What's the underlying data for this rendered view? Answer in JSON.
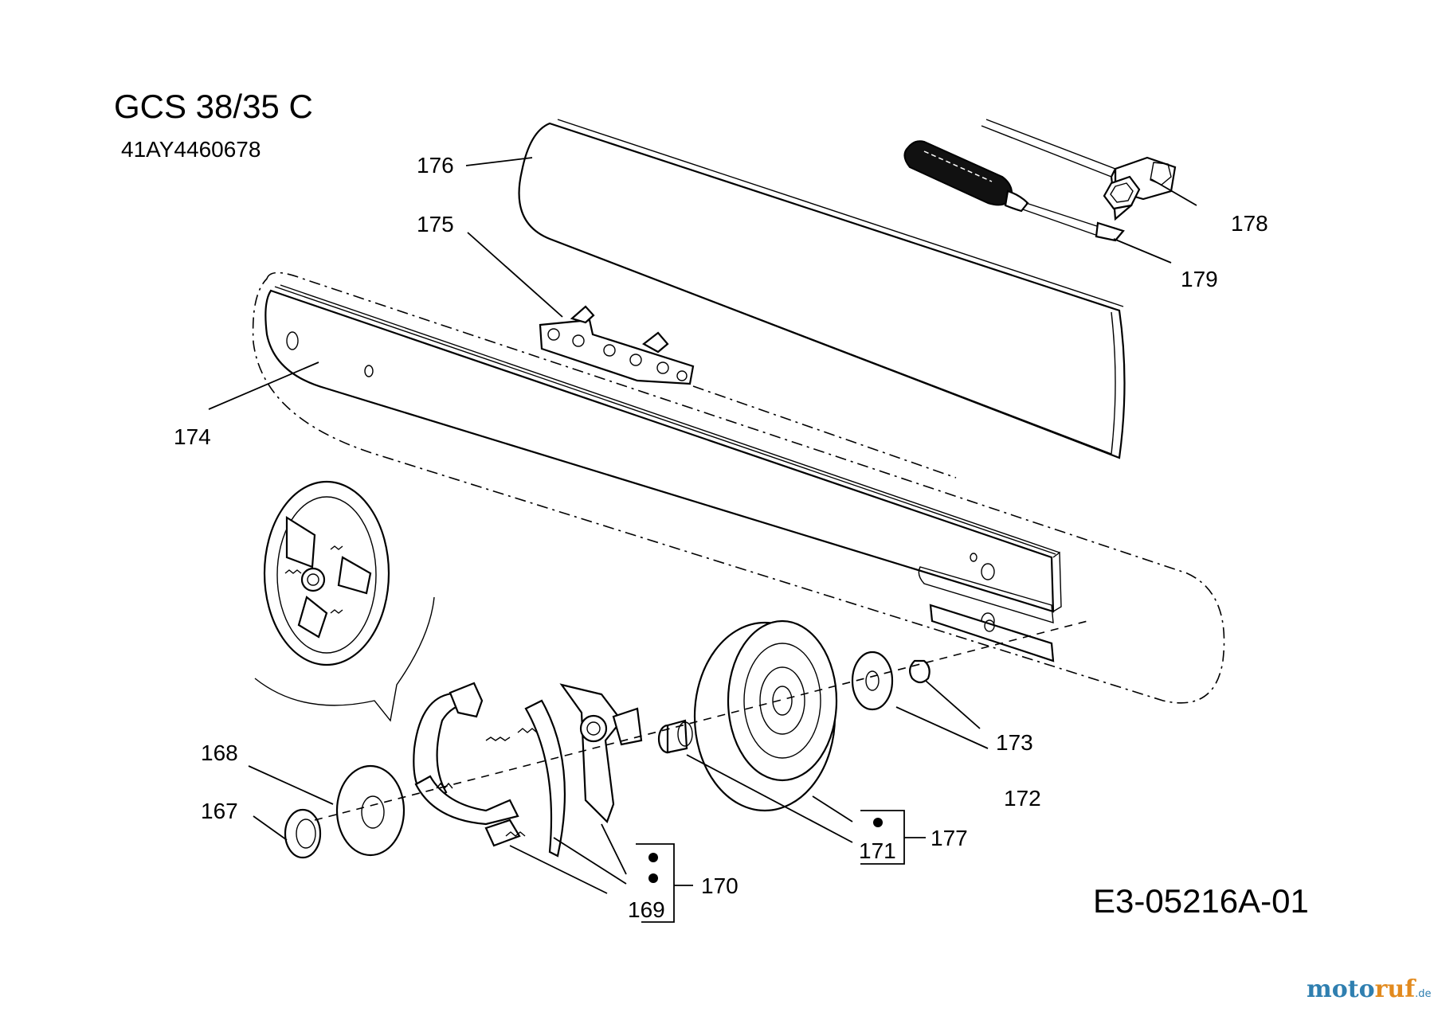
{
  "header": {
    "model": "GCS 38/35 C",
    "article_number": "41AY4460678"
  },
  "drawing_code": "E3-05216A-01",
  "watermark": {
    "part1": "moto",
    "part2": "ruf",
    "suffix": ".de"
  },
  "parts": {
    "p167": "167",
    "p168": "168",
    "p169": "169",
    "p170": "170",
    "p171": "171",
    "p172": "172",
    "p173": "173",
    "p174": "174",
    "p175": "175",
    "p176": "176",
    "p177": "177",
    "p178": "178",
    "p179": "179"
  },
  "colors": {
    "line": "#000000",
    "background": "#ffffff",
    "watermark_blue": "#2f7fb0",
    "watermark_orange": "#e28a1e"
  }
}
